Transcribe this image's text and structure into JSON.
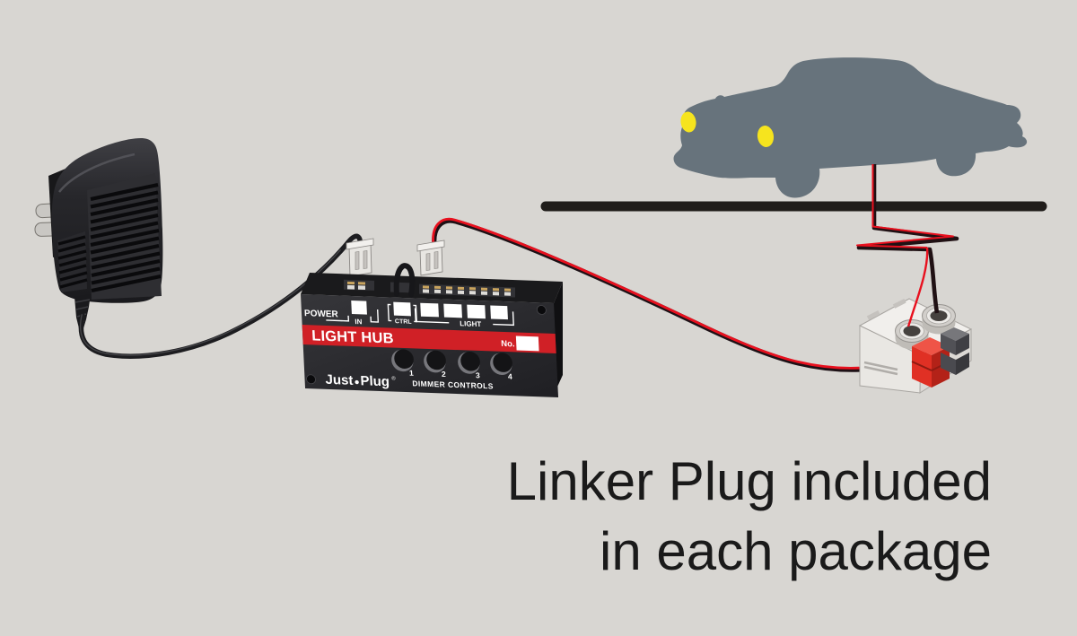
{
  "colors": {
    "background": "#d8d6d2",
    "car_body": "#67737c",
    "headlight": "#f6e41e",
    "road": "#201d1a",
    "hub_band": "#d02026",
    "wire_red": "#e8101e",
    "wire_black": "#1d1d20",
    "linker_red_connector": "#e03024",
    "linker_gray_connector": "#515156",
    "caption_text": "#1a1a1a"
  },
  "caption": {
    "line1": "Linker Plug included",
    "line2": "in each package"
  },
  "light_hub": {
    "power_label": "POWER",
    "in_label": "IN",
    "ctrl_label": "CTRL",
    "light_label": "LIGHT",
    "title": "LIGHT HUB",
    "number_label": "No.",
    "brand_word1": "Just",
    "brand_word2": "Plug",
    "brand_reg": "®",
    "dimmer_label": "DIMMER CONTROLS",
    "knobs": [
      "1",
      "2",
      "3",
      "4"
    ]
  }
}
